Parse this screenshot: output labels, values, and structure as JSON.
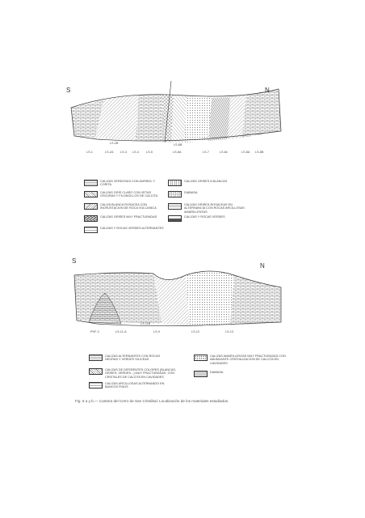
{
  "section_a": {
    "left_dir": "S",
    "right_dir": "N",
    "upper_labels": [
      "LS-2B",
      "LS-6B"
    ],
    "samples": [
      "LS-1",
      "LS-2A",
      "LS-3",
      "LS-4",
      "LS-5",
      "LS-6A",
      "LS-7",
      "LS-8c",
      "LS-8A",
      "LS-8B"
    ]
  },
  "legend_a": [
    {
      "text": "CALIZAS VERDOSAS CON ANFIBOL Y CORITA"
    },
    {
      "text": "CALIZAS GRISES A BLANCAS"
    },
    {
      "text": "CALIZAS GRIS CLARO CON VETAS OSCURAS Y FILONCILLOS DE CALCITA"
    },
    {
      "text": "DIABASA"
    },
    {
      "text": "CALIZA BLANCA ROSACEA CON INCRUSTACION DE ROCA VOLCANICA"
    },
    {
      "text": "CALIZAS GRISES-ROSACEAS EN ALTERNANCIA CON ROCAS ARCILLOSAS AMARILLENTAS"
    },
    {
      "text": "CALIZAS GRISES MUY FRACTURADAS"
    },
    {
      "text": "CALIZAS Y ROCAS VERDES"
    },
    {
      "text": "CALIZAS Y ROCAS VERDES ALTERNANTES"
    }
  ],
  "section_b": {
    "left_dir": "S",
    "right_dir": "N",
    "upper_labels": [
      "LS-11B"
    ],
    "samples": [
      "PHF-2",
      "LS-11-A",
      "LS-9",
      "LS-12",
      "LS-13"
    ]
  },
  "legend_b": [
    {
      "text": "CALIZAS ALTERNANTES CON ROCAS NEGRAS Y VERDES SILICEAS"
    },
    {
      "text": "CALIZAS AMARILLENTAS MUY FRACTURADAS CON ABUNDANTE CRISTALIZACION DE CALCITA EN CAVIDADES"
    },
    {
      "text": "CALIZAS DE DIFERENTES COLORES (BLANCAS, GRISES, VERDES...) MUY FRACTURADAS, CON CRISTALES DE CALCITA EN CAVIDADES"
    },
    {
      "text": "DIABASA"
    },
    {
      "text": "CALIZAS ARCILLOSAS ALTERNANDO EN BANCOS FINOS"
    }
  ],
  "caption": "Fig. 6 a y b.— Cantera del Cerro de San Cristóbal. Localización de los materiales estudiados."
}
